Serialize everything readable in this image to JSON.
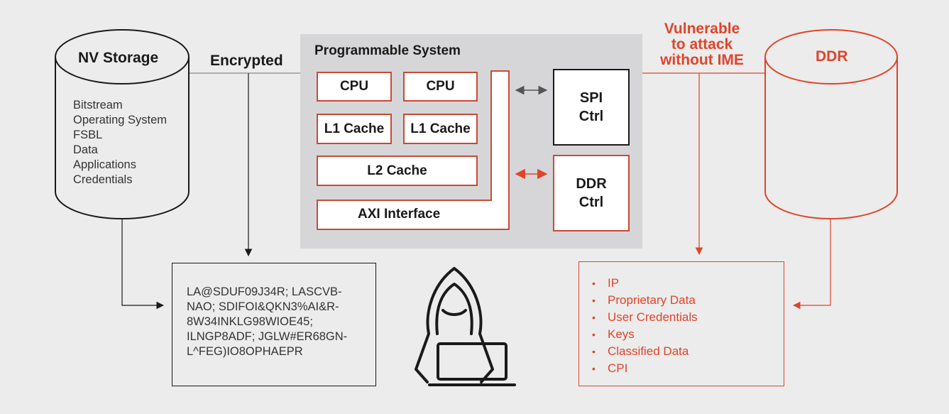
{
  "nv_storage": {
    "title": "NV Storage",
    "contents": [
      "Bitstream",
      "Operating System",
      "FSBL",
      "Data",
      "Applications",
      "Credentials"
    ]
  },
  "encrypted_label": "Encrypted",
  "programmable_system": {
    "title": "Programmable System",
    "cpu_1": "CPU",
    "cpu_2": "CPU",
    "l1_cache_1": "L1 Cache",
    "l1_cache_2": "L1 Cache",
    "l2_cache": "L2 Cache",
    "axi_interface": "AXI Interface"
  },
  "spi_ctrl": {
    "line1": "SPI",
    "line2": "Ctrl"
  },
  "ddr_ctrl": {
    "line1": "DDR",
    "line2": "Ctrl"
  },
  "vulnerable_label": [
    "Vulnerable",
    "to attack",
    "without IME"
  ],
  "ddr": {
    "title": "DDR"
  },
  "ciphertext": "LA@SDUF09J34R; LASCVB-\nNAO; SDIFOI&QKN3%AI&R-\n8W34INKLG98WIOE45;\nILNGP8ADF; JGLW#ER68GN-\nL^FEG)IO8OPHAEPR",
  "leaked_items": [
    "IP",
    "Proprietary Data",
    "User Credentials",
    "Keys",
    "Classified Data",
    "CPI"
  ],
  "bullet": "•",
  "colors": {
    "red": "#e0442a",
    "black": "#1a1a1a",
    "panel": "#d6d6d8",
    "background": "#ececec"
  },
  "icons": {
    "hacker": "hacker-icon"
  }
}
